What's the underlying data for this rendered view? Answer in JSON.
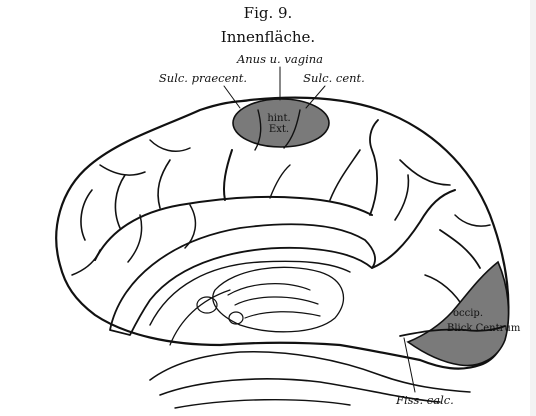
{
  "figure": {
    "number": "Fig. 9.",
    "title": "Innenfläche."
  },
  "labels": {
    "anus_vagina": "Anus u. vagina",
    "sulc_praecent": "Sulc. praecent.",
    "sulc_cent": "Sulc. cent.",
    "hint_ext_line1": "hint.",
    "hint_ext_line2": "Ext.",
    "occip": "occip.",
    "blick_centrum": "Blick Centrum",
    "fiss_calc": "Fiss. calc."
  },
  "colors": {
    "shaded_region": "#7a7a7a",
    "ink": "#111111",
    "background": "#ffffff"
  }
}
